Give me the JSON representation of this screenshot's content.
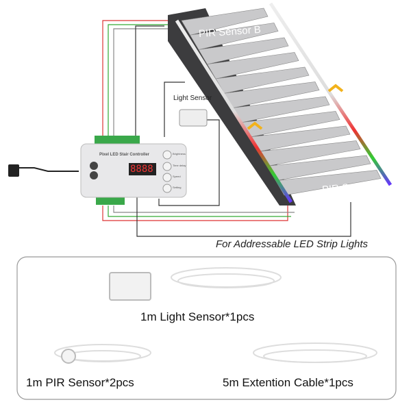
{
  "diagram": {
    "stair_labels": {
      "top": "PIR Sensor B",
      "bottom": "PIR Sensor A"
    },
    "light_sensor_label": "Light Sensor",
    "controller": {
      "title": "Pixel LED Stair Controller",
      "display": "8888",
      "buttons": [
        "Brightness",
        "Time delay",
        "Speed",
        "Setting"
      ]
    },
    "caption": "For Addressable LED Strip Lights",
    "colors": {
      "wall": "#3c3c3e",
      "tread": "#c9c9cb",
      "terminal": "#3aa84a",
      "arrow": "#f2b21b"
    }
  },
  "package": {
    "items": [
      {
        "label": "1m Light Sensor*1pcs"
      },
      {
        "label": "1m PIR Sensor*2pcs"
      },
      {
        "label": "5m Extention Cable*1pcs"
      }
    ]
  }
}
